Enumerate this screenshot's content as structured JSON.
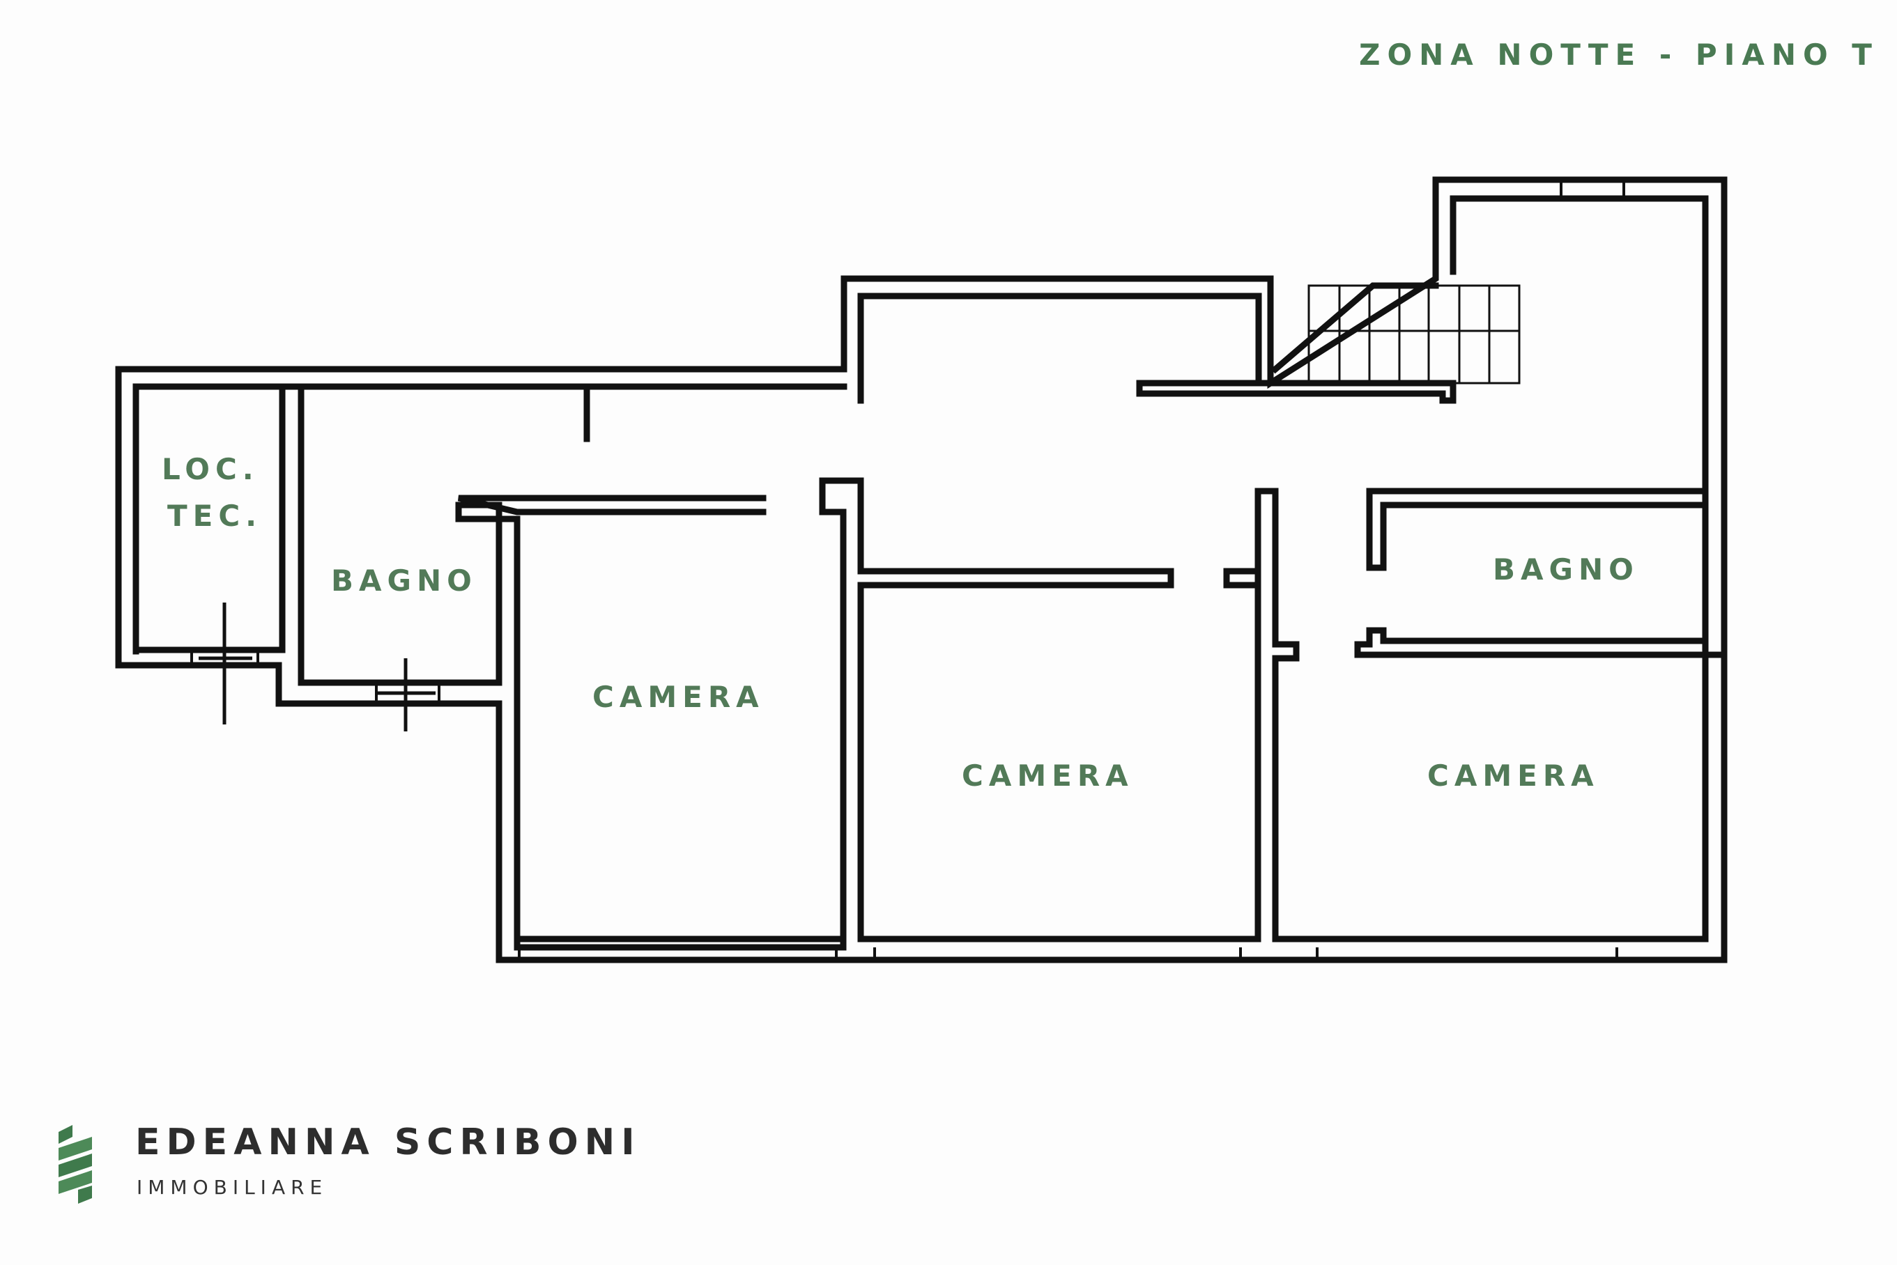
{
  "plan": {
    "level_title": "ZONA NOTTE - PIANO T",
    "rooms": [
      {
        "id": "loc-tec",
        "label_lines": [
          "LOC.",
          "TEC."
        ]
      },
      {
        "id": "bagno-1",
        "label_lines": [
          "BAGNO"
        ]
      },
      {
        "id": "camera-1",
        "label_lines": [
          "CAMERA"
        ]
      },
      {
        "id": "camera-2",
        "label_lines": [
          "CAMERA"
        ]
      },
      {
        "id": "bagno-2",
        "label_lines": [
          "BAGNO"
        ]
      },
      {
        "id": "camera-3",
        "label_lines": [
          "CAMERA"
        ]
      }
    ]
  },
  "colors": {
    "wall": "#111111",
    "label": "#527a58",
    "title": "#4a7a53",
    "brand_text": "#2d2d2d",
    "logo": "#3f7a4c"
  },
  "brand": {
    "name": "EDEANNA SCRIBONI",
    "subtitle": "IMMOBILIARE",
    "logo_icon": "stacked-stripes-logo"
  }
}
